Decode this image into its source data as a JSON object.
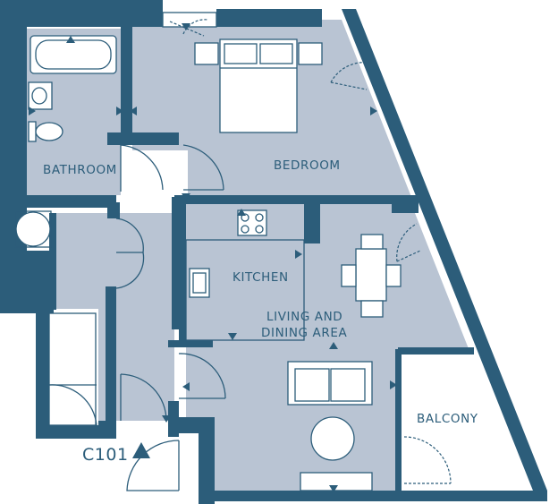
{
  "unit": {
    "code": "C101"
  },
  "rooms": {
    "bathroom": "BATHROOM",
    "bedroom": "BEDROOM",
    "kitchen": "KITCHEN",
    "living_line1": "LIVING AND",
    "living_line2": "DINING AREA",
    "balcony": "BALCONY"
  },
  "colors": {
    "wall": "#2c5d7a",
    "floor": "#b9c4d3",
    "fixture": "#ffffff"
  }
}
